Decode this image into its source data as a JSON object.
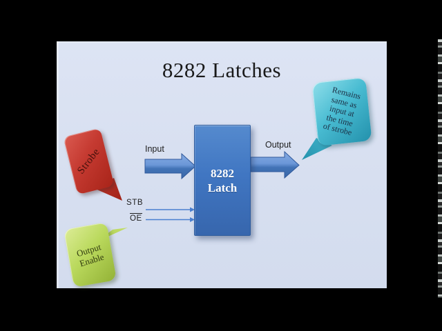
{
  "slide": {
    "title": "8282 Latches",
    "background_color": "#d7dff0",
    "latch_box": {
      "line1": "8282",
      "line2": "Latch",
      "fill_color": "#3e72bd"
    },
    "signals": {
      "input_label": "Input",
      "output_label": "Output",
      "stb_label": "STB",
      "oe_label": "OE"
    },
    "callouts": {
      "strobe": {
        "text": "Strobe",
        "fill_color": "#c53a31"
      },
      "output_enable": {
        "line1": "Output",
        "line2": "Enable",
        "fill_color": "#bad95d"
      },
      "remains": {
        "lines": [
          "Remains",
          "same as",
          "input at",
          "the time",
          "of strobe"
        ],
        "fill_color": "#49bcd2"
      }
    },
    "accent_colors": {
      "arrow_blue": "#4a7fd0",
      "box_blue": "#3766ad"
    }
  }
}
